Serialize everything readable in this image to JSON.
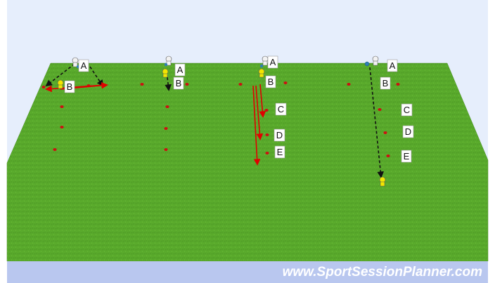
{
  "colors": {
    "background": "#ffffff",
    "sky": "#e6eefc",
    "pitch": "#58a92b",
    "pitch_edge": "#4a8f22",
    "cone": "#cc1111",
    "run_arrow": "#e00000",
    "pass_arrow": "#111111",
    "player_a_shirt": "#f2f2f2",
    "player_b_shirt": "#f2e600",
    "ball": "#2f7fb5",
    "watermark_bg": "#b9c7ef",
    "watermark_text": "#ffffff"
  },
  "icons": {
    "player_a": "player-white-icon",
    "player_b": "player-yellow-icon",
    "cone": "cone-icon",
    "ball": "ball-icon"
  },
  "watermark": "www.SportSessionPlanner.com",
  "stations": [
    {
      "labels": [
        "A",
        "B"
      ]
    },
    {
      "labels": [
        "A",
        "B"
      ]
    },
    {
      "labels": [
        "A",
        "B",
        "C",
        "D",
        "E"
      ]
    },
    {
      "labels": [
        "A",
        "B",
        "C",
        "D",
        "E"
      ]
    }
  ]
}
